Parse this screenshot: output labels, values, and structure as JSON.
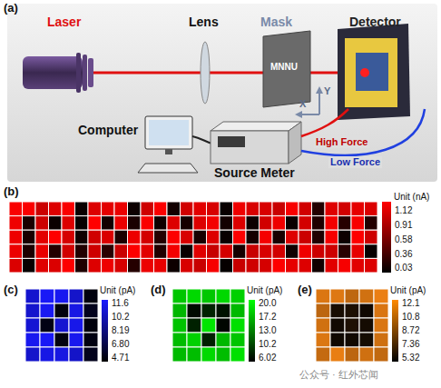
{
  "diagram": {
    "labels": [
      "(a)",
      "Laser",
      "Lens",
      "Mask",
      "Detector",
      "MNNU",
      "X",
      "Y",
      "Computer",
      "Source Meter",
      "High Force",
      "Low Force",
      "(b)",
      "Unit (nA)",
      "1.12",
      "0.91",
      "0.58",
      "0.36",
      "0.03",
      "(c)",
      "Unit (pA)",
      "11.6",
      "10.2",
      "8.19",
      "6.80",
      "4.71",
      "(d)",
      "Unit (pA)",
      "20.0",
      "17.2",
      "13.0",
      "10.2",
      "6.02",
      "(e)",
      "Unit (pA)",
      "12.1",
      "10.8",
      "8.72",
      "7.36",
      "5.32",
      "公众号 · 红外芯闻"
    ]
  }
}
